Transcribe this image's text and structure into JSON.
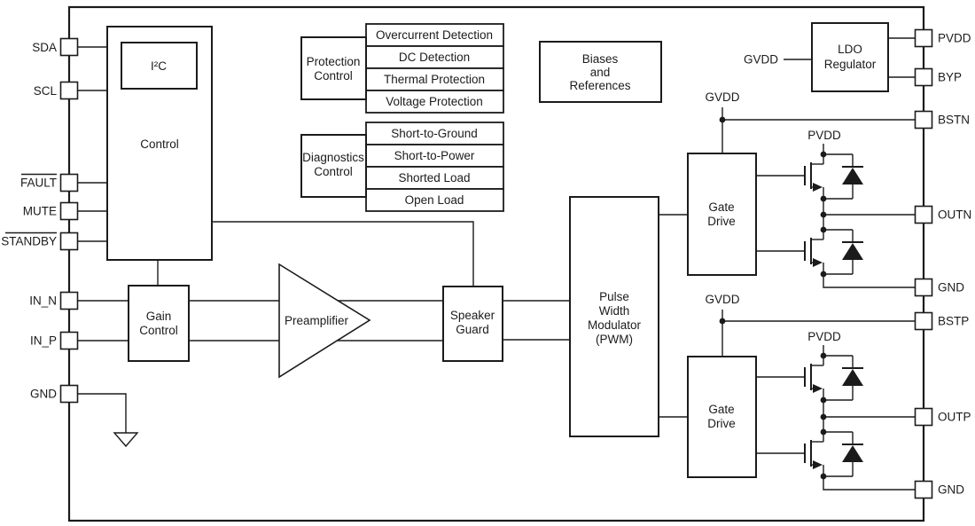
{
  "colors": {
    "line": "#1b1b1b",
    "background": "#ffffff"
  },
  "pins": {
    "left": [
      {
        "label": "SDA",
        "overline": false
      },
      {
        "label": "SCL",
        "overline": false
      },
      {
        "label": "FAULT",
        "overline": true
      },
      {
        "label": "MUTE",
        "overline": false
      },
      {
        "label": "STANDBY",
        "overline": true
      },
      {
        "label": "IN_N",
        "overline": false
      },
      {
        "label": "IN_P",
        "overline": false
      },
      {
        "label": "GND",
        "overline": false
      }
    ],
    "right": [
      {
        "label": "PVDD"
      },
      {
        "label": "BYP"
      },
      {
        "label": "BSTN"
      },
      {
        "label": "OUTN"
      },
      {
        "label": "GND"
      },
      {
        "label": "BSTP"
      },
      {
        "label": "OUTP"
      },
      {
        "label": "GND"
      }
    ]
  },
  "blocks": {
    "control": "Control",
    "i2c": "I²C",
    "protection_control": {
      "l1": "Protection",
      "l2": "Control"
    },
    "protection_items": [
      "Overcurrent Detection",
      "DC Detection",
      "Thermal Protection",
      "Voltage Protection"
    ],
    "diagnostics_control": {
      "l1": "Diagnostics",
      "l2": "Control"
    },
    "diagnostics_items": [
      "Short-to-Ground",
      "Short-to-Power",
      "Shorted Load",
      "Open Load"
    ],
    "biases": {
      "l1": "Biases",
      "l2": "and",
      "l3": "References"
    },
    "ldo": {
      "l1": "LDO",
      "l2": "Regulator"
    },
    "gain_control": {
      "l1": "Gain",
      "l2": "Control"
    },
    "preamplifier": "Preamplifier",
    "speaker_guard": {
      "l1": "Speaker",
      "l2": "Guard"
    },
    "pwm": {
      "l1": "Pulse",
      "l2": "Width",
      "l3": "Modulator",
      "l4": "(PWM)"
    },
    "gate_drive": {
      "l1": "Gate",
      "l2": "Drive"
    }
  },
  "net_labels": {
    "gvdd": "GVDD",
    "pvdd": "PVDD"
  }
}
